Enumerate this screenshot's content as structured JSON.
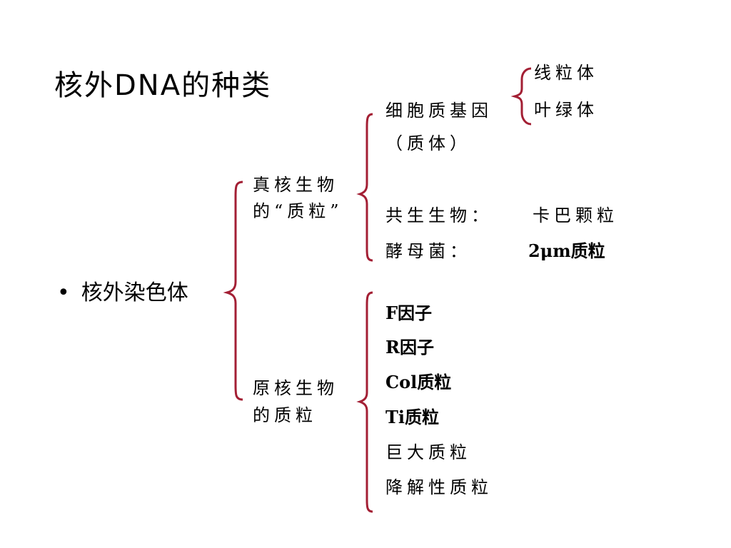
{
  "title": "核外DNA的种类",
  "root": "核外染色体",
  "eukaryote": {
    "label_line1": "真核生物",
    "label_line2": "的“质粒”",
    "organelle_gene": {
      "label_line1": "细胞质基因",
      "label_line2": "（质体）",
      "items": [
        "线粒体",
        "叶绿体"
      ]
    },
    "symbiont": {
      "label": "共生生物：",
      "value": "卡巴颗粒"
    },
    "yeast": {
      "label": "酵母菌：",
      "value": "2μm质粒"
    }
  },
  "prokaryote": {
    "label_line1": "原核生物",
    "label_line2": "的质粒",
    "items": [
      "F因子",
      "R因子",
      "Col质粒",
      "Ti质粒",
      "巨大质粒",
      "降解性质粒"
    ]
  },
  "colors": {
    "bracket": "#a31f34",
    "text": "#000000",
    "background": "#ffffff"
  }
}
